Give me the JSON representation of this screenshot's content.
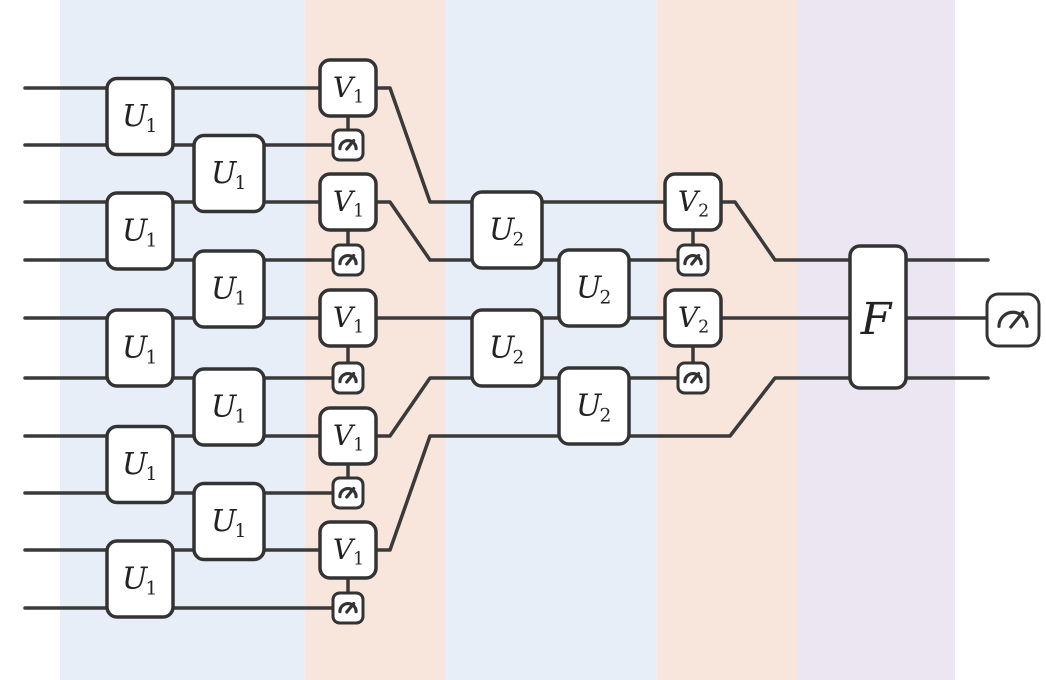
{
  "colors": {
    "band_blue": "#e8eef8",
    "band_orange": "#f8e5dc",
    "band_purple": "#ece6f3",
    "stroke": "#333333"
  },
  "labels": {
    "u1_letter": "U",
    "u1_sub": "1",
    "v1_letter": "V",
    "v1_sub": "1",
    "u2_letter": "U",
    "u2_sub": "2",
    "v2_letter": "V",
    "v2_sub": "2",
    "final_gate": "F"
  },
  "icons": {
    "measurement": "meter-icon"
  }
}
